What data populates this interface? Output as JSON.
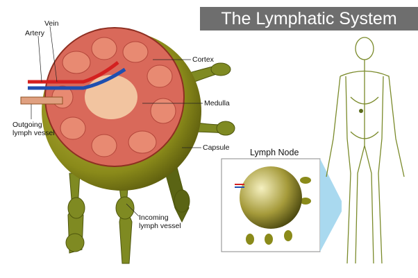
{
  "title": "The Lymphatic System",
  "labels": {
    "vein": "Vein",
    "artery": "Artery",
    "cortex": "Cortex",
    "medulla": "Medulla",
    "outgoing_line1": "Outgoing",
    "outgoing_line2": "lymph vessel",
    "capsule": "Capsule",
    "incoming_line1": "Incoming",
    "incoming_line2": "lymph vessel"
  },
  "inset": {
    "title": "Lymph Node"
  },
  "colors": {
    "capsule": "#8a8a1a",
    "cortex": "#d9695a",
    "medulla": "#f2c4a0",
    "artery": "#d42020",
    "vein": "#1f4fb0",
    "lymph_vessels": "#6b7a1e",
    "title_bg": "#6e6e6e",
    "inset_highlight": "#a9d9ef"
  }
}
